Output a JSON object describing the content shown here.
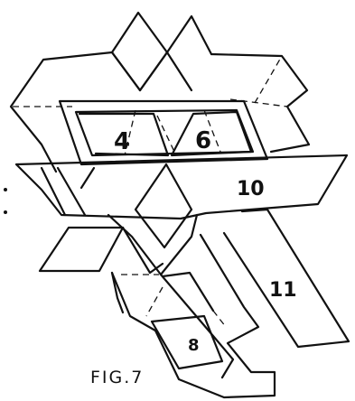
{
  "figure": {
    "caption": "FIG.7",
    "piece_labels": [
      "4",
      "6",
      "10",
      "11",
      "8"
    ],
    "ink_color": "#111111",
    "paper_color": "#ffffff"
  }
}
